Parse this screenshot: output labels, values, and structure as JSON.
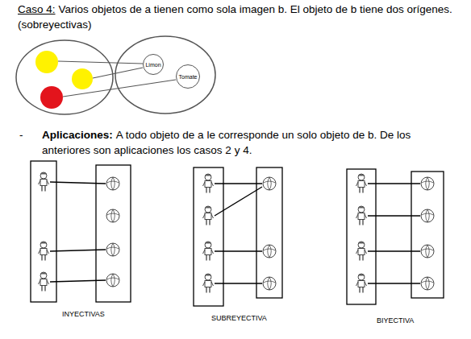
{
  "diagram": {
    "nodes": [
      {
        "text": [
          "Limon"
        ]
      },
      {
        "text": [
          "Tomate"
        ]
      }
    ],
    "labels": [
      "Caso 4:",
      "Varios objetos de a tienen como sola imagen b. El objeto de b tiene dos orígenes. (sobreyectivas)",
      "-",
      "Aplicaciones:",
      "A todo objeto de a le corresponde un solo objeto de b. De los anteriores son aplicaciones los casos 2 y 4.",
      "INYECTIVAS",
      "SUBREYECTIVA",
      "BIYECTIVA"
    ]
  }
}
